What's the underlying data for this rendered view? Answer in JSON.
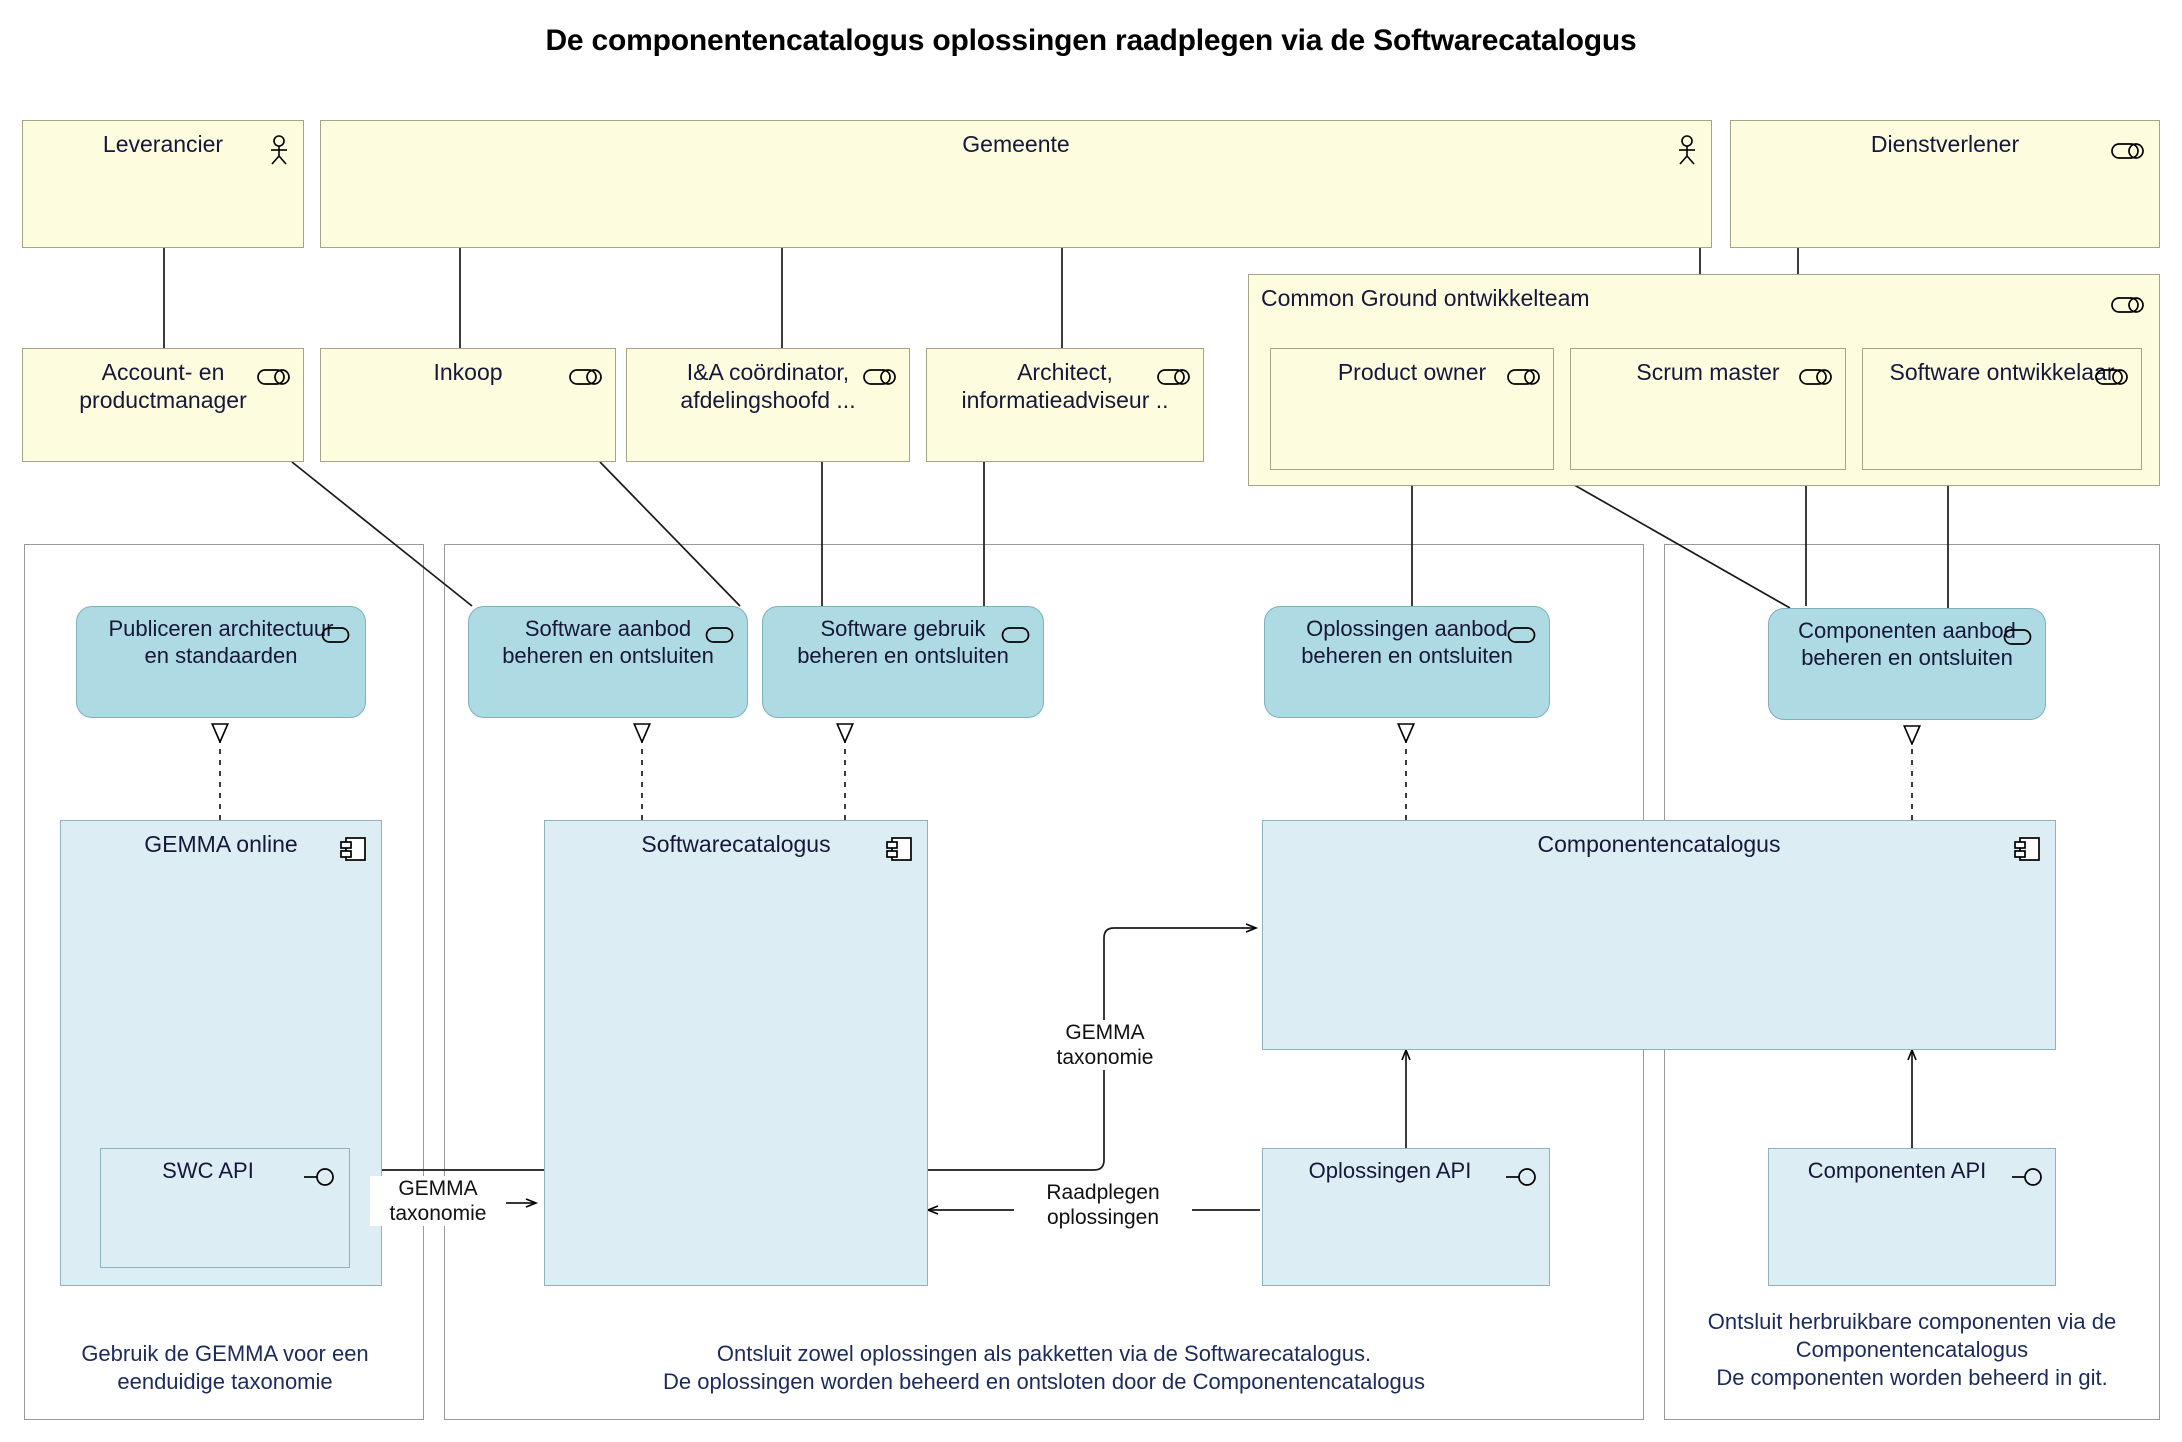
{
  "title": "De componentencatalogus oplossingen raadplegen via de Softwarecatalogus",
  "business": {
    "actors": [
      {
        "id": "leverancier",
        "label": "Leverancier",
        "icon": "business-actor-icon"
      },
      {
        "id": "gemeente",
        "label": "Gemeente",
        "icon": "business-actor-icon"
      },
      {
        "id": "dienstverlener",
        "label": "Dienstverlener",
        "icon": "business-role-icon"
      }
    ],
    "roles": [
      {
        "id": "account-en-productmanager",
        "label": "Account- en productmanager",
        "icon": "business-role-icon"
      },
      {
        "id": "inkoop",
        "label": "Inkoop",
        "icon": "business-role-icon"
      },
      {
        "id": "ia-coordinator",
        "label": "I&A coördinator, afdelingshoofd ...",
        "icon": "business-role-icon"
      },
      {
        "id": "architect",
        "label": "Architect, informatieadviseur ..",
        "icon": "business-role-icon"
      }
    ],
    "team": {
      "id": "common-ground-ontwikkelteam",
      "label": "Common Ground ontwikkelteam",
      "icon": "business-role-icon",
      "members": [
        {
          "id": "product-owner",
          "label": "Product owner",
          "icon": "business-role-icon"
        },
        {
          "id": "scrum-master",
          "label": "Scrum master",
          "icon": "business-role-icon"
        },
        {
          "id": "software-ontwikkelaar",
          "label": "Software ontwikkelaar",
          "icon": "business-role-icon"
        }
      ]
    }
  },
  "services": [
    {
      "id": "publiceren-architectuur",
      "label": "Publiceren architectuur en standaarden",
      "icon": "application-service-icon"
    },
    {
      "id": "software-aanbod",
      "label": "Software aanbod beheren en ontsluiten",
      "icon": "application-service-icon"
    },
    {
      "id": "software-gebruik",
      "label": "Software gebruik beheren en ontsluiten",
      "icon": "application-service-icon"
    },
    {
      "id": "oplossingen-aanbod",
      "label": "Oplossingen aanbod beheren en ontsluiten",
      "icon": "application-service-icon"
    },
    {
      "id": "componenten-aanbod",
      "label": "Componenten aanbod beheren en ontsluiten",
      "icon": "application-service-icon"
    }
  ],
  "applications": [
    {
      "id": "gemma-online",
      "label": "GEMMA online",
      "icon": "application-component-icon"
    },
    {
      "id": "softwarecatalogus",
      "label": "Softwarecatalogus",
      "icon": "application-component-icon"
    },
    {
      "id": "componentencatalogus",
      "label": "Componentencatalogus",
      "icon": "application-component-icon"
    }
  ],
  "interfaces": [
    {
      "id": "swc-api",
      "label": "SWC API",
      "icon": "application-interface-icon"
    },
    {
      "id": "oplossingen-api",
      "label": "Oplossingen API",
      "icon": "application-interface-icon"
    },
    {
      "id": "componenten-api",
      "label": "Componenten API",
      "icon": "application-interface-icon"
    }
  ],
  "flows": [
    {
      "id": "gemma-taxonomie-left",
      "label": "GEMMA\ntaxonomie"
    },
    {
      "id": "gemma-taxonomie-right",
      "label": "GEMMA\ntaxonomie"
    },
    {
      "id": "raadplegen-oplossingen",
      "label": "Raadplegen\noplossingen"
    }
  ],
  "captions": [
    {
      "id": "caption-gemma",
      "label": "Gebruik de GEMMA voor een\neenduidige taxonomie"
    },
    {
      "id": "caption-softwarecatalogus",
      "label": "Ontsluit zowel oplossingen als  pakketten via de Softwarecatalogus.\nDe oplossingen worden beheerd en ontsloten door de Componentencatalogus"
    },
    {
      "id": "caption-componentencatalogus",
      "label": "Ontsluit herbruikbare componenten via de\nComponentencatalogus\nDe componenten worden beheerd in git."
    }
  ],
  "colors": {
    "business_fill": "#fdfcdf",
    "business_stroke": "#a6a486",
    "service_fill": "#addae3",
    "service_stroke": "#7fb0bd",
    "application_fill": "#dcedf3",
    "application_stroke": "#8fb2bd",
    "frame_stroke": "#9a9a9a",
    "caption_text": "#1d2b5c"
  }
}
